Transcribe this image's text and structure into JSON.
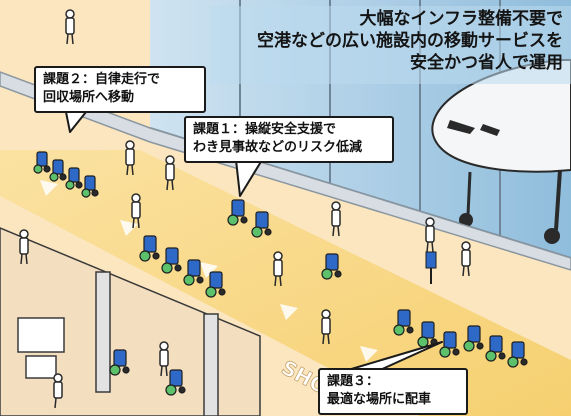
{
  "headline": {
    "lines": [
      "大幅なインフラ整備不要で",
      "空港などの広い施設内の移動サービスを",
      "安全かつ省人で運用"
    ]
  },
  "callouts": [
    {
      "id": "task2",
      "lines": [
        "課題２：自律走行で",
        "回収場所へ移動"
      ]
    },
    {
      "id": "task1",
      "lines": [
        "課題１：操縦安全支援で",
        "わき見事故などのリスク低減"
      ]
    },
    {
      "id": "task3",
      "lines": [
        "課題３：",
        "最適な場所に配車"
      ]
    }
  ],
  "shop_sign": "SHOP",
  "colors": {
    "floor": "#fbe6bf",
    "walkway": "#f8d98a",
    "window": "#a9cbe2",
    "wheelchair_blue": "#2f69c8",
    "wheelchair_green": "#5cc16a"
  }
}
